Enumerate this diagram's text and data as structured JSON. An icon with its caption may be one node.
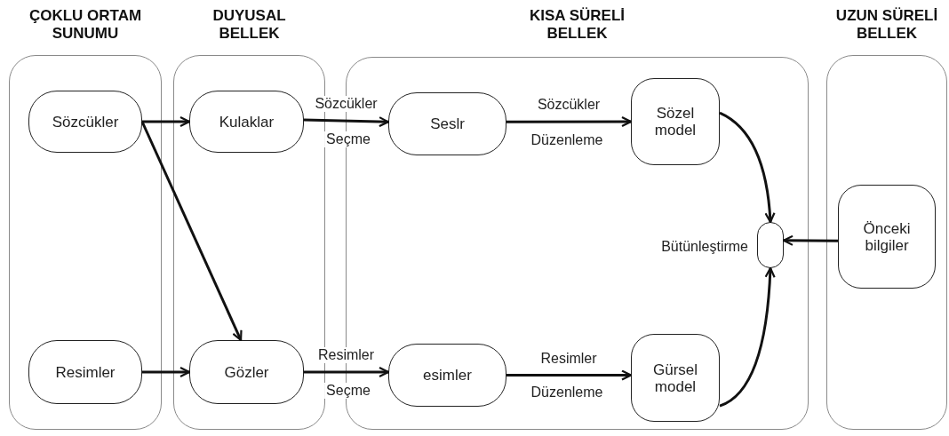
{
  "diagram": {
    "nodes": [
      {
        "text": [
          "ÇOKLU ORTAM SUNUMU"
        ]
      },
      {
        "text": [
          "DUYUSAL BELLEK"
        ]
      },
      {
        "text": [
          "KISA SÜRELİ BELLEK"
        ]
      },
      {
        "text": [
          "UZUN SÜRELİ BELLEK"
        ]
      },
      {
        "text": [
          "Sözcükler"
        ],
        "in": 0
      },
      {
        "text": [
          "Resimler"
        ],
        "in": 0
      },
      {
        "text": [
          "Kulaklar"
        ],
        "in": 1
      },
      {
        "text": [
          "Gözler"
        ],
        "in": 1
      },
      {
        "text": [
          "Seslr"
        ],
        "in": 2
      },
      {
        "text": [
          "esimler"
        ],
        "in": 2
      },
      {
        "text": [
          "Sözel model"
        ],
        "in": 2
      },
      {
        "text": [
          "Gürsel model"
        ],
        "in": 2
      },
      {
        "text": [],
        "shape": "box",
        "beside": [
          "Bütünleştirme"
        ],
        "in": 2
      },
      {
        "text": [
          "Önceki bilgiler"
        ],
        "in": 3
      }
    ],
    "edges": [
      {
        "from": 4,
        "to": 6,
        "arrow": "to"
      },
      {
        "from": 4,
        "to": 7,
        "arrow": "to"
      },
      {
        "from": 5,
        "to": 7,
        "arrow": "to"
      },
      {
        "from": 6,
        "to": 8,
        "arrow": "to",
        "label": "Sözcükler"
      },
      {
        "from": 7,
        "to": 9,
        "arrow": "to",
        "label": "Resimler"
      },
      {
        "from": 8,
        "to": 10,
        "arrow": "to",
        "label": "Sözcükler"
      },
      {
        "from": 9,
        "to": 11,
        "arrow": "to",
        "label": "Resimler"
      },
      {
        "from": 10,
        "to": 12,
        "arrow": "to"
      },
      {
        "from": 11,
        "to": 12,
        "arrow": "to"
      },
      {
        "from": 13,
        "to": 12,
        "arrow": "to"
      }
    ],
    "labels": [
      "Seçme",
      "Düzenleme",
      "Seçme",
      "Düzenleme"
    ]
  }
}
